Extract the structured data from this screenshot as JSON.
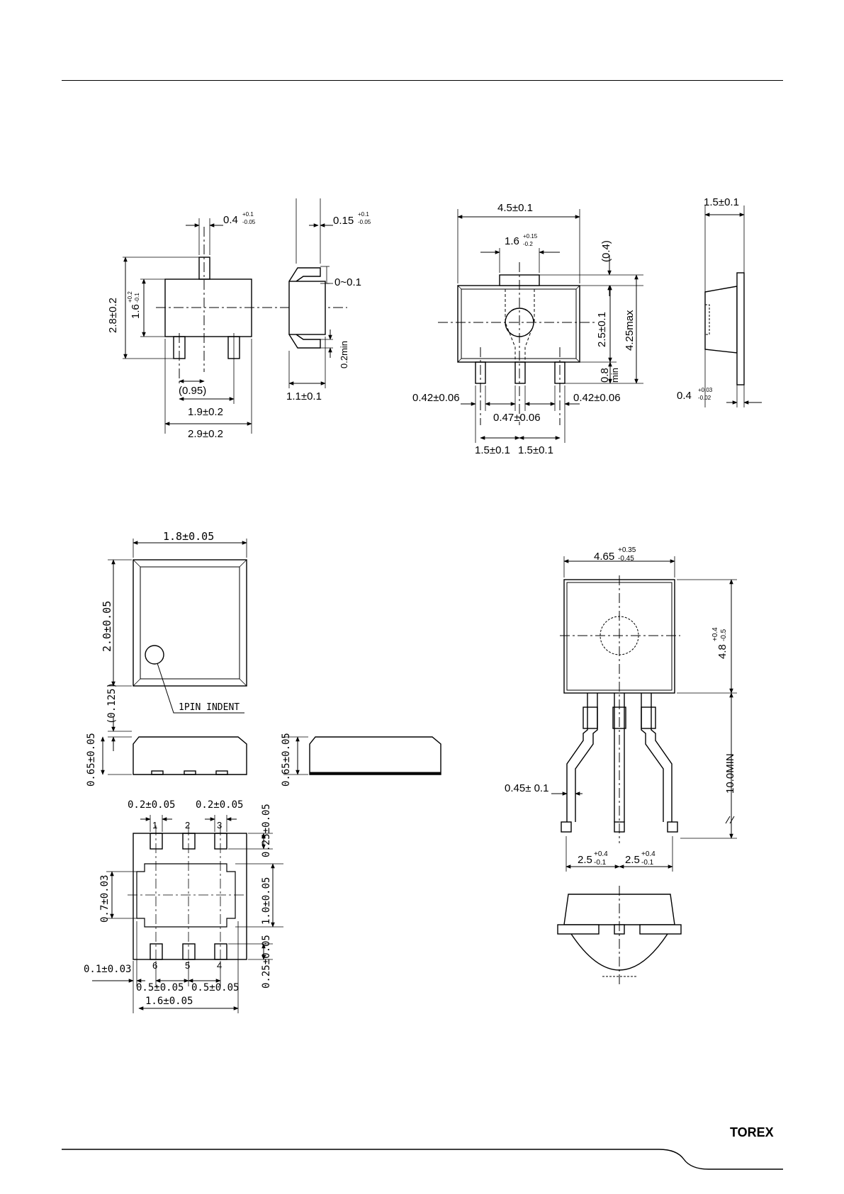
{
  "footer": {
    "logo": "TOREX"
  },
  "sot23": {
    "top": {
      "pin_w": "0.4",
      "pin_w_tol_p": "+0.1",
      "pin_w_tol_m": "-0.05",
      "h_total": "2.8±0.2",
      "body_h": "1.6",
      "body_h_tol_p": "+0.2",
      "body_h_tol_m": "-0.1",
      "pitch": "(0.95)",
      "span": "1.9±0.2",
      "width": "2.9±0.2"
    },
    "side": {
      "lead_t": "0.15",
      "lead_t_tol_p": "+0.1",
      "lead_t_tol_m": "-0.05",
      "standoff": "0~0.1",
      "foot": "0.2min",
      "height": "1.1±0.1"
    }
  },
  "sot89": {
    "top": {
      "width": "4.5±0.1",
      "tab_w": "1.6",
      "tab_w_tol_p": "+0.15",
      "tab_w_tol_m": "-0.2",
      "tab_h": "(0.4)",
      "body_h": "2.5±0.1",
      "total_h": "4.25max",
      "lead_min": "0.8",
      "lead_min_2": "min",
      "lead_left": "0.42±0.06",
      "lead_right": "0.42±0.06",
      "lead_mid": "0.47±0.06",
      "pitch_l": "1.5±0.1",
      "pitch_r": "1.5±0.1"
    },
    "side": {
      "height": "1.5±0.1",
      "lead_t": "0.4",
      "lead_t_tol_p": "+0.03",
      "lead_t_tol_m": "-0.02"
    }
  },
  "usp6": {
    "top": {
      "width": "1.8±0.05",
      "height": "2.0±0.05",
      "indent": "1PIN INDENT"
    },
    "side": {
      "clearance": "(0.125)",
      "height1": "0.65±0.05",
      "height2": "0.65±0.05"
    },
    "bottom": {
      "pad_w1": "0.2±0.05",
      "pad_w2": "0.2±0.05",
      "pin1": "1",
      "pin2": "2",
      "pin3": "3",
      "pin4": "4",
      "pin5": "5",
      "pin6": "6",
      "pad_h_top": "0.25±0.05",
      "center_h": "1.0±0.05",
      "center_w": "0.7±0.03",
      "pad_h_bot": "0.25±0.05",
      "edge": "0.1±0.03",
      "pitch1": "0.5±0.05",
      "pitch2": "0.5±0.05",
      "width": "1.6±0.05"
    }
  },
  "to92": {
    "front": {
      "width": "4.65",
      "width_tol_p": "+0.35",
      "width_tol_m": "-0.45",
      "height": "4.8",
      "height_tol_p": "+0.4",
      "height_tol_m": "-0.5",
      "lead_len": "10.0MIN",
      "lead_w": "0.45± 0.1",
      "pitch1": "2.5",
      "pitch1_tol_p": "+0.4",
      "pitch1_tol_m": "-0.1",
      "pitch2": "2.5",
      "pitch2_tol_p": "+0.4",
      "pitch2_tol_m": "-0.1"
    }
  }
}
